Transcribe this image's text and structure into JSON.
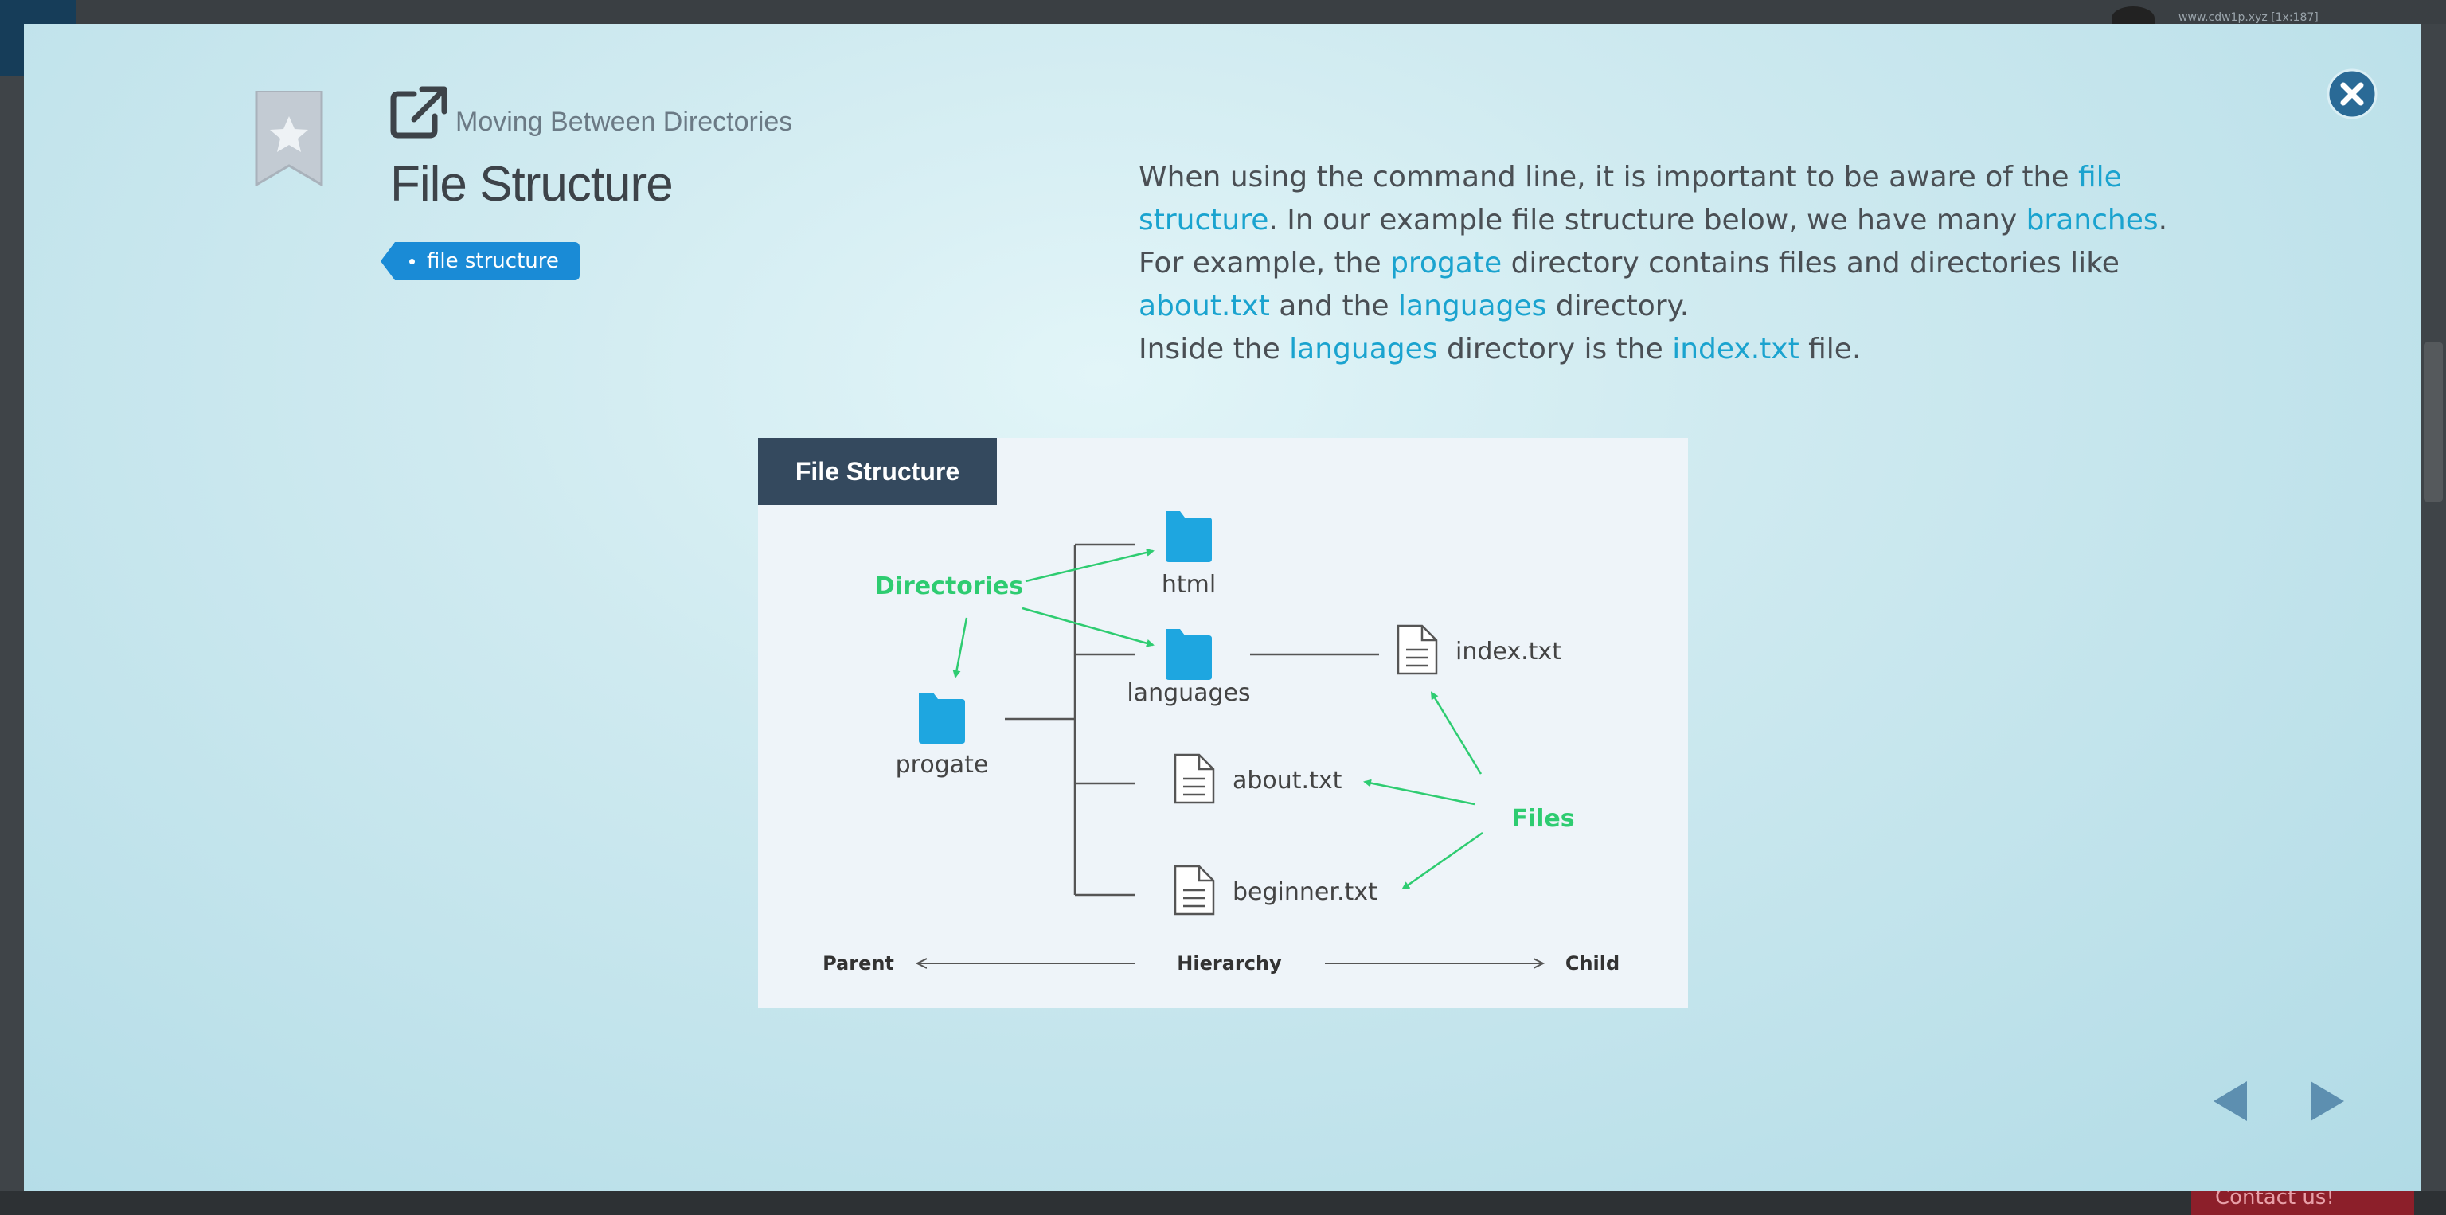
{
  "background": {
    "url_text": "www.cdw1p.xyz [1x:187]",
    "contact_label": "Contact us!"
  },
  "modal": {
    "breadcrumb": "Moving Between Directories",
    "title": "File Structure",
    "tag": "file structure",
    "description": {
      "p1": [
        {
          "text": "When using the command line, it is important to be aware of the ",
          "link": false
        },
        {
          "text": "file structure",
          "link": true
        },
        {
          "text": ". In our example file structure below, we have many ",
          "link": false
        },
        {
          "text": "branches",
          "link": true
        },
        {
          "text": ". For example, the ",
          "link": false
        },
        {
          "text": "progate",
          "link": true
        },
        {
          "text": " directory contains files and directories like ",
          "link": false
        },
        {
          "text": "about.txt",
          "link": true
        },
        {
          "text": " and the ",
          "link": false
        },
        {
          "text": "languages",
          "link": true
        },
        {
          "text": " directory.",
          "link": false
        }
      ],
      "p2": [
        {
          "text": "Inside the ",
          "link": false
        },
        {
          "text": "languages",
          "link": true
        },
        {
          "text": " directory is the ",
          "link": false
        },
        {
          "text": "index.txt",
          "link": true
        },
        {
          "text": " file.",
          "link": false
        }
      ]
    },
    "diagram": {
      "header": "File Structure",
      "label_directories": "Directories",
      "label_files": "Files",
      "folder_html": "html",
      "folder_languages": "languages",
      "folder_progate": "progate",
      "file_index": "index.txt",
      "file_about": "about.txt",
      "file_beginner": "beginner.txt",
      "axis_parent": "Parent",
      "axis_hierarchy": "Hierarchy",
      "axis_child": "Child"
    },
    "colors": {
      "link": "#1aa3cf",
      "tag": "#1a8bd6",
      "folder": "#1ea6e0",
      "arrow_green": "#2ecc71",
      "close": "#2a6a96",
      "nav_arrow": "#5d8fb0"
    },
    "icons": {
      "bookmark": "bookmark-star-icon",
      "external": "external-link-icon",
      "close": "close-circle-icon",
      "prev": "triangle-left-icon",
      "next": "triangle-right-icon"
    }
  }
}
